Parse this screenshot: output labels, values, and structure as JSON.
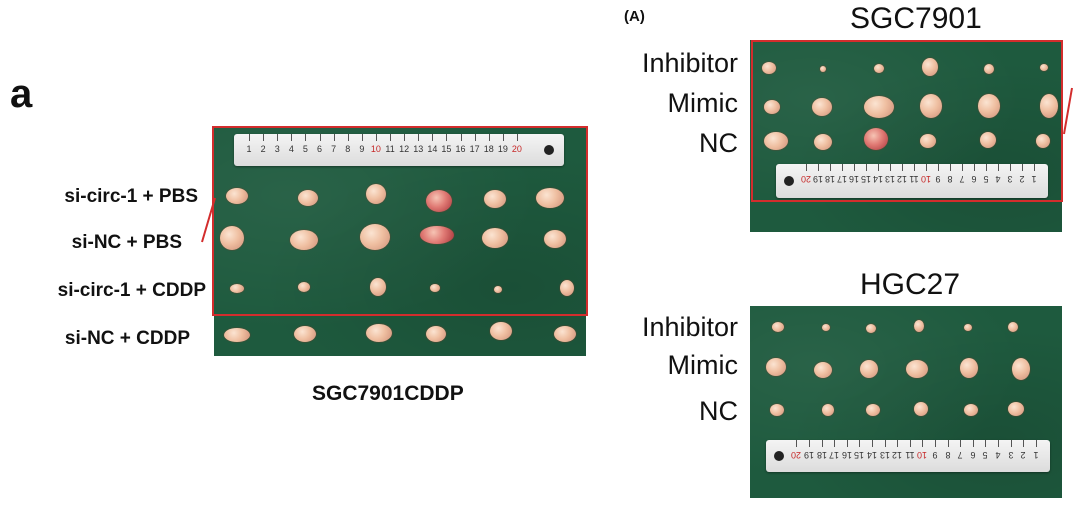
{
  "left_panel": {
    "panel_letter": "a",
    "row_labels": [
      "si-circ-1 + PBS",
      "si-NC + PBS",
      "si-circ-1 + CDDP",
      "si-NC + CDDP"
    ],
    "caption": "SGC7901CDDP",
    "ruler_ticks": [
      "1",
      "2",
      "3",
      "4",
      "5",
      "6",
      "7",
      "8",
      "9",
      "10",
      "11",
      "12",
      "13",
      "14",
      "15",
      "16",
      "17",
      "18",
      "19",
      "20"
    ]
  },
  "right_panel": {
    "panel_letter": "(A)",
    "top": {
      "title": "SGC7901",
      "row_labels": [
        "Inhibitor",
        "Mimic",
        "NC"
      ]
    },
    "bottom": {
      "title": "HGC27",
      "row_labels": [
        "Inhibitor",
        "Mimic",
        "NC"
      ]
    }
  },
  "colors": {
    "highlight_box": "#d32d2d",
    "cloth": "#1e5a3e"
  }
}
